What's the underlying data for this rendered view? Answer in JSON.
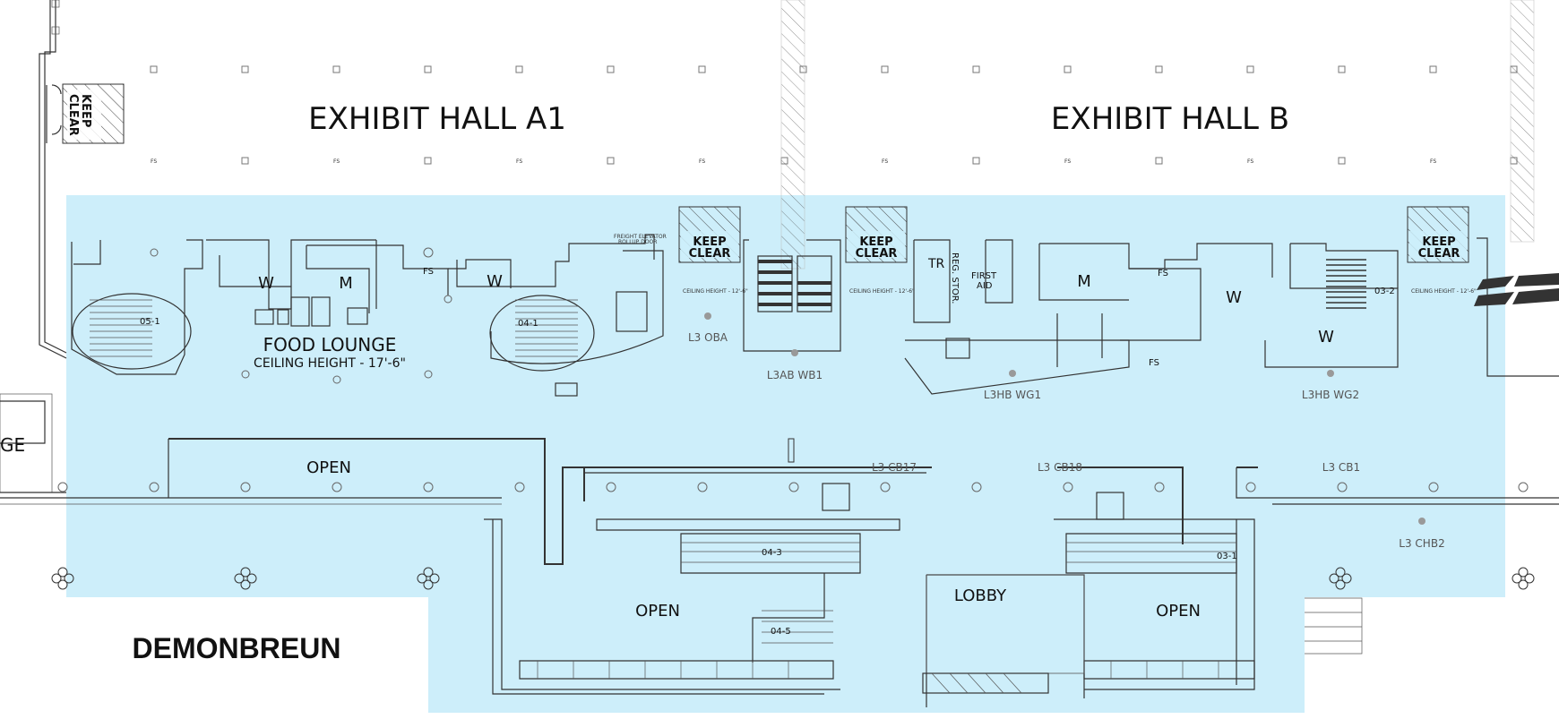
{
  "halls": {
    "a1": "EXHIBIT HALL A1",
    "b": "EXHIBIT HALL B"
  },
  "keep_clear": {
    "line1": "KEEP",
    "line2": "CLEAR"
  },
  "food_lounge": {
    "title": "FOOD LOUNGE",
    "ceiling": "CEILING HEIGHT - 17'-6\""
  },
  "rooms": {
    "w": "W",
    "m": "M",
    "fs": "FS",
    "tr": "TR",
    "reg_stor": "REG. STOR.",
    "first_aid_1": "FIRST",
    "first_aid_2": "AID",
    "open": "OPEN",
    "lobby": "LOBBY"
  },
  "stair_codes": {
    "s051": "05-1",
    "s041": "04-1",
    "s032": "03-2",
    "s043": "04-3",
    "s045": "04-5",
    "s031": "03-1"
  },
  "location_codes": {
    "oba": "L3 OBA",
    "wb1": "L3AB WB1",
    "wg1": "L3HB WG1",
    "wg2": "L3HB WG2",
    "cb17": "L3 CB17",
    "cb18": "L3 CB18",
    "cb1": "L3 CB1",
    "chb2": "L3 CHB2"
  },
  "notes": {
    "ceiling_small": "CEILING HEIGHT - 12'-6\"",
    "freight_1": "FREIGHT ELEVATOR",
    "freight_2": "ROLLUP DOOR"
  },
  "street": "DEMONBREUN",
  "edge_fragment": "GE",
  "colors": {
    "highlight": "#cdeefa",
    "walls": "#333333",
    "marker": "#999999"
  }
}
